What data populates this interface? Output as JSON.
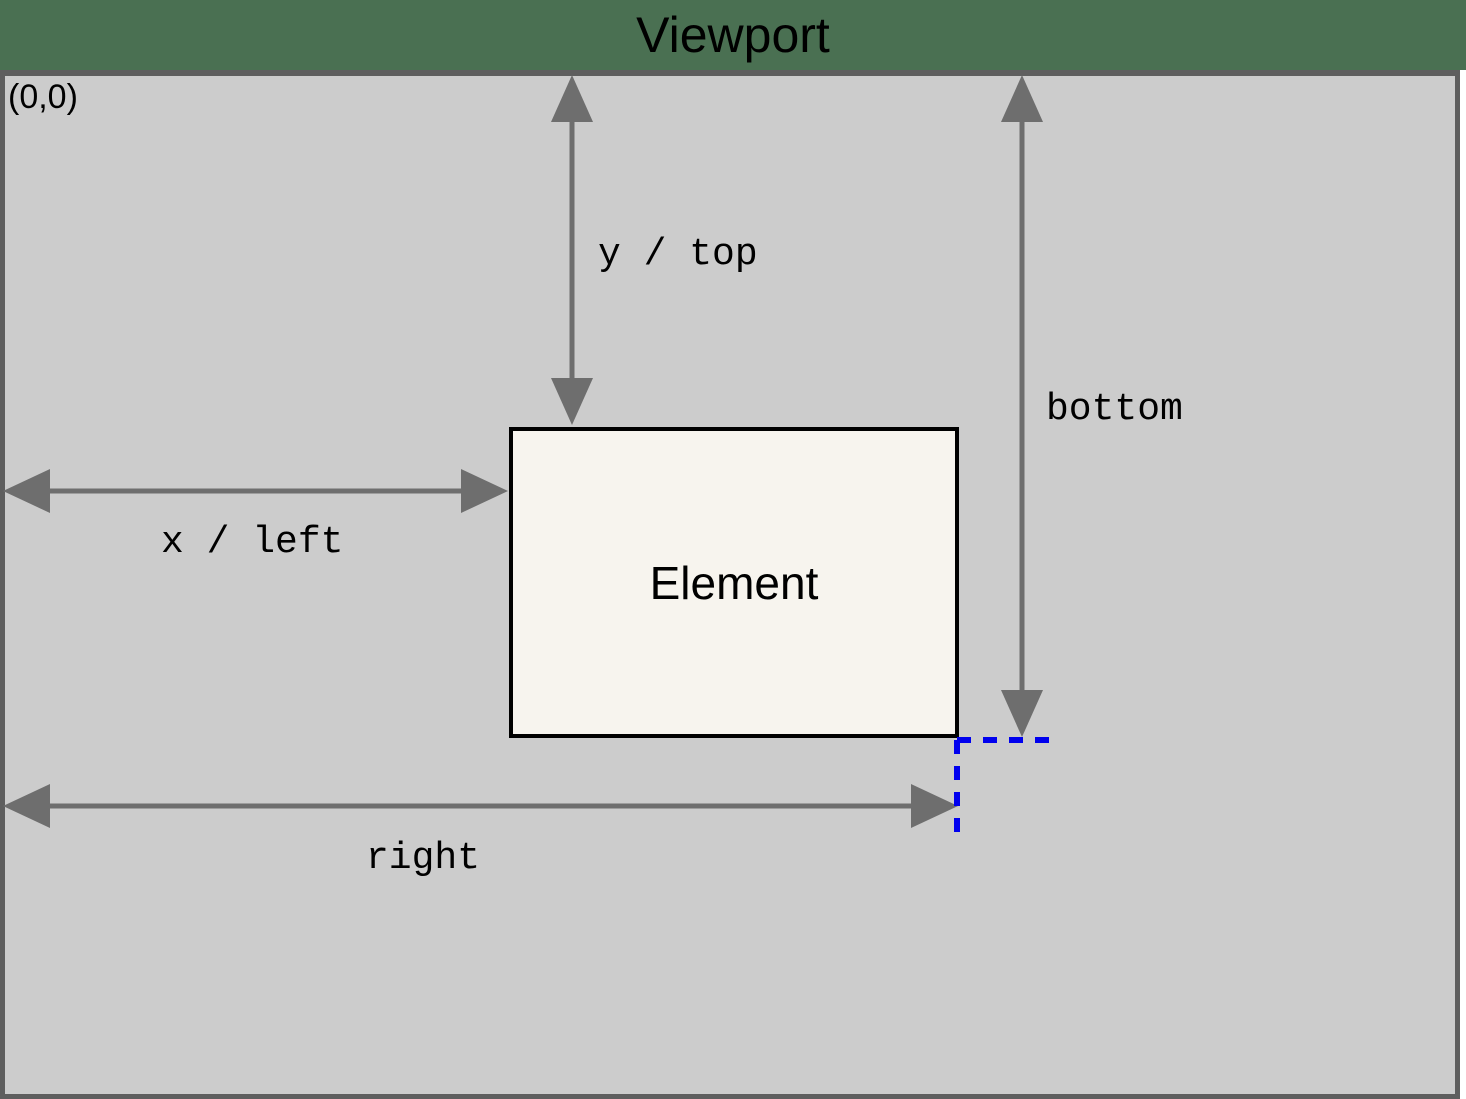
{
  "header": {
    "title": "Viewport",
    "background_color": "#4a7052",
    "title_color": "#000000"
  },
  "viewport": {
    "name": "Viewport",
    "origin_label": "(0,0)",
    "background_color": "#cccccc",
    "border_color": "#5e5e5e"
  },
  "element": {
    "label": "Element",
    "fill_color": "#f7f4ee",
    "border_color": "#000000"
  },
  "measurements": [
    {
      "key": "y-top",
      "label": "y / top",
      "orientation": "vertical",
      "description": "Distance from viewport top edge to element top edge",
      "from": "viewport-top",
      "to": "element-top"
    },
    {
      "key": "x-left",
      "label": "x / left",
      "orientation": "horizontal",
      "description": "Distance from viewport left edge to element left edge",
      "from": "viewport-left",
      "to": "element-left"
    },
    {
      "key": "bottom",
      "label": "bottom",
      "orientation": "vertical",
      "description": "Distance from viewport top edge to element bottom edge",
      "from": "viewport-top",
      "to": "element-bottom"
    },
    {
      "key": "right",
      "label": "right",
      "orientation": "horizontal",
      "description": "Distance from viewport left edge to element right edge",
      "from": "viewport-left",
      "to": "element-right"
    }
  ],
  "guides": {
    "color": "#0000ee",
    "style": "dashed",
    "description": "Projection lines from the element bottom-right corner"
  },
  "colors": {
    "arrow": "#6e6e6e",
    "guide": "#0000ee",
    "element_fill": "#f7f4ee",
    "viewport_fill": "#cccccc",
    "header_green": "#4a7052"
  }
}
